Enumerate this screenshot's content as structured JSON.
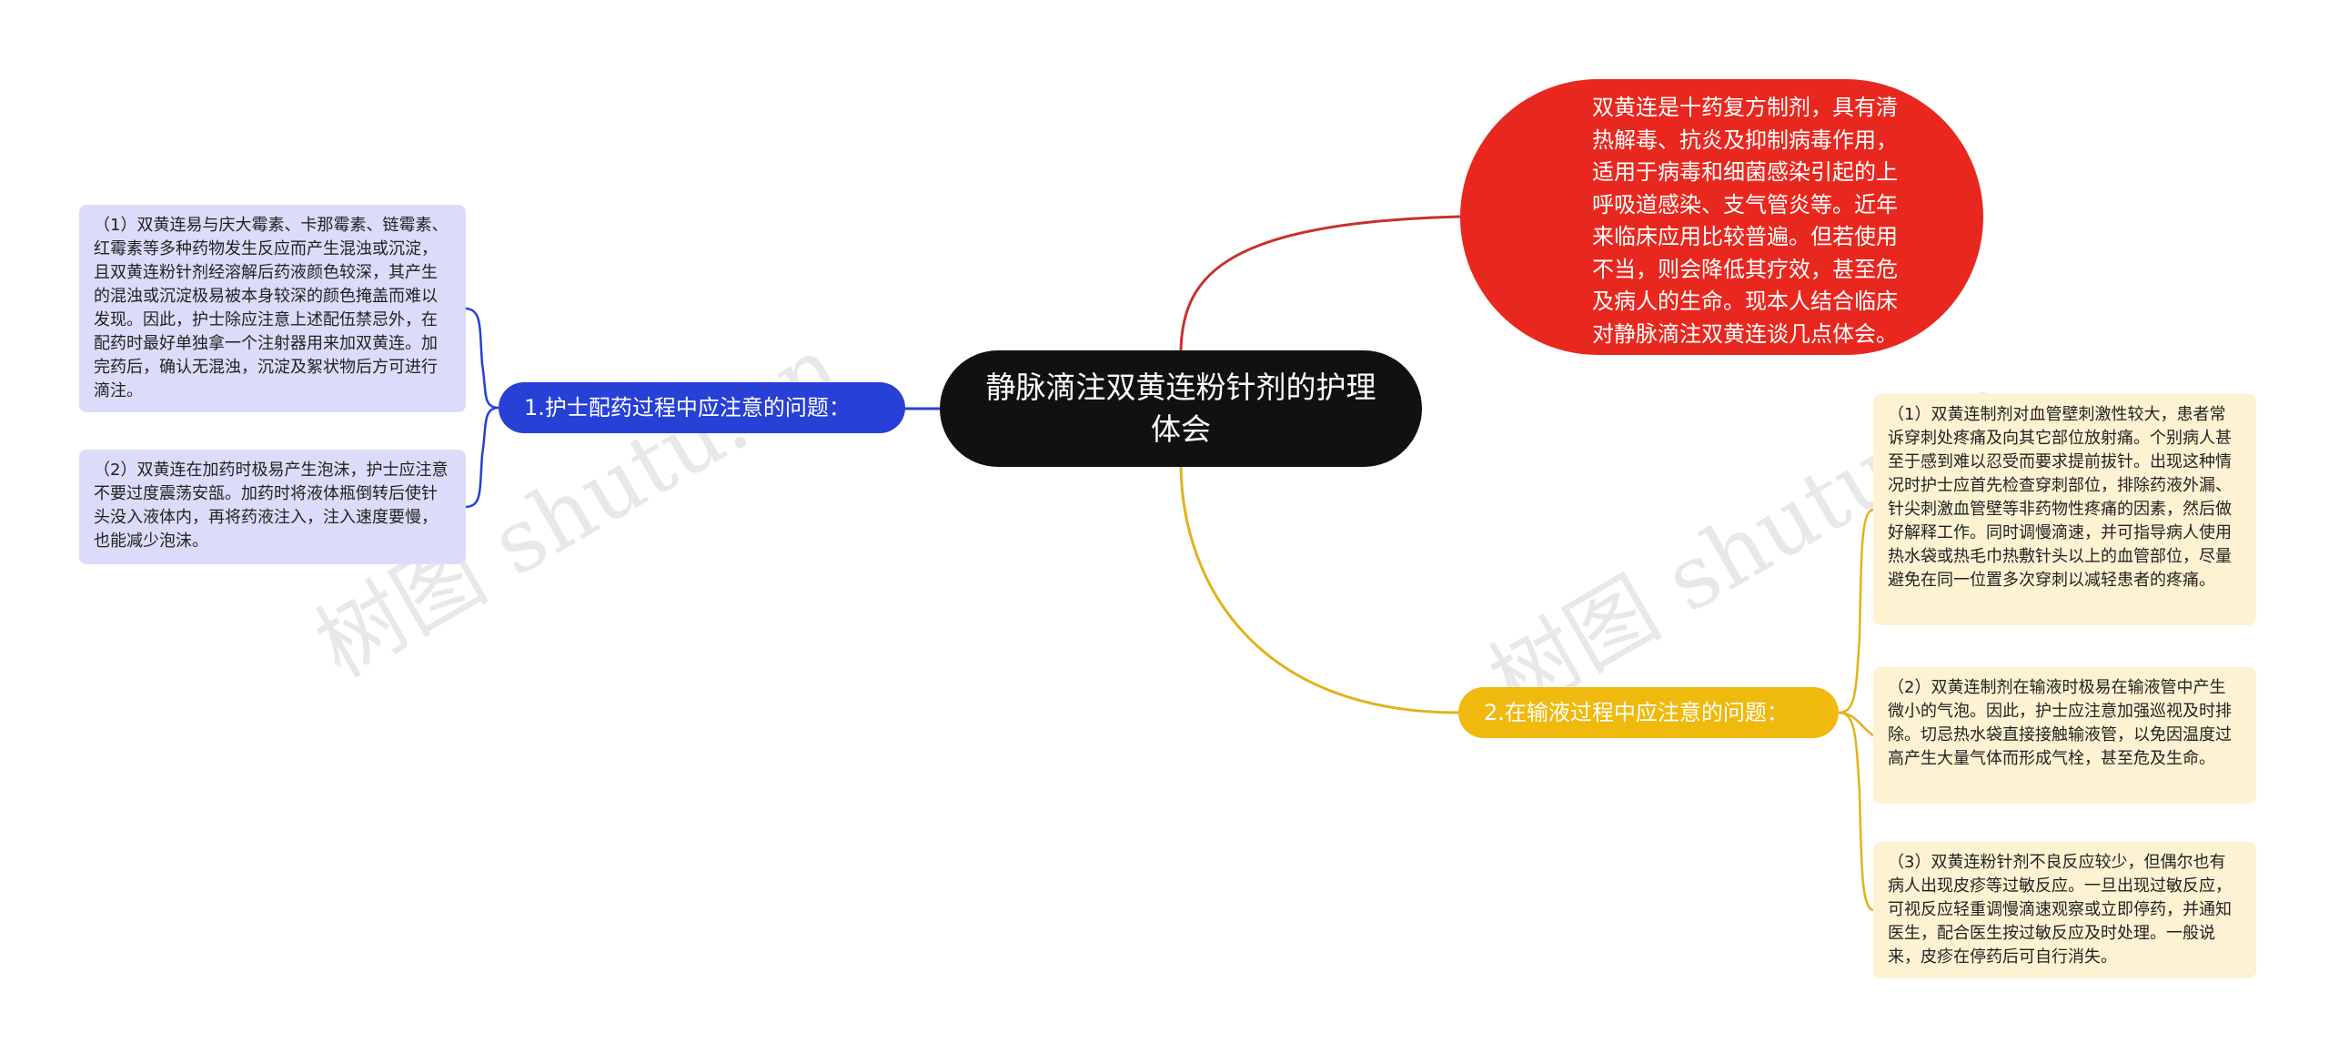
{
  "center": {
    "title": "静脉滴注双黄连粉针剂的护理体会"
  },
  "intro": {
    "text": "双黄连是十药复方制剂，具有清热解毒、抗炎及抑制病毒作用，适用于病毒和细菌感染引起的上呼吸道感染、支气管炎等。近年来临床应用比较普遍。但若使用不当，则会降低其疗效，甚至危及病人的生命。现本人结合临床对静脉滴注双黄连谈几点体会。"
  },
  "branch1": {
    "label": "1.护士配药过程中应注意的问题：",
    "color": "#2740d6",
    "items": [
      "（1）双黄连易与庆大霉素、卡那霉素、链霉素、红霉素等多种药物发生反应而产生混浊或沉淀，且双黄连粉针剂经溶解后药液颜色较深，其产生的混浊或沉淀极易被本身较深的颜色掩盖而难以发现。因此，护士除应注意上述配伍禁忌外，在配药时最好单独拿一个注射器用来加双黄连。加完药后，确认无混浊，沉淀及絮状物后方可进行滴注。",
      "（2）双黄连在加药时极易产生泡沫，护士应注意不要过度震荡安瓿。加药时将液体瓶倒转后使针头没入液体内，再将药液注入，注入速度要慢，也能减少泡沫。"
    ]
  },
  "branch2": {
    "label": "2.在输液过程中应注意的问题：",
    "color": "#f0b90e",
    "items": [
      "（1）双黄连制剂对血管壁刺激性较大，患者常诉穿刺处疼痛及向其它部位放射痛。个别病人甚至于感到难以忍受而要求提前拔针。出现这种情况时护士应首先检查穿刺部位，排除药液外漏、针尖刺激血管壁等非药物性疼痛的因素，然后做好解释工作。同时调慢滴速，并可指导病人使用热水袋或热毛巾热敷针头以上的血管部位，尽量避免在同一位置多次穿刺以减轻患者的疼痛。",
      "（2）双黄连制剂在输液时极易在输液管中产生微小的气泡。因此，护士应注意加强巡视及时排除。切忌热水袋直接接触输液管，以免因温度过高产生大量气体而形成气栓，甚至危及生命。",
      "（3）双黄连粉针剂不良反应较少，但偶尔也有病人出现皮疹等过敏反应。一旦出现过敏反应，可视反应轻重调慢滴速观察或立即停药，并通知医生，配合医生按过敏反应及时处理。一般说来，皮疹在停药后可自行消失。"
    ]
  },
  "colors": {
    "intro": "#e8281f",
    "center": "#111111",
    "leaf_blue": "#dcdcfa",
    "leaf_yellow": "#fdf3d2"
  },
  "watermark": "树图 shutu.cn"
}
